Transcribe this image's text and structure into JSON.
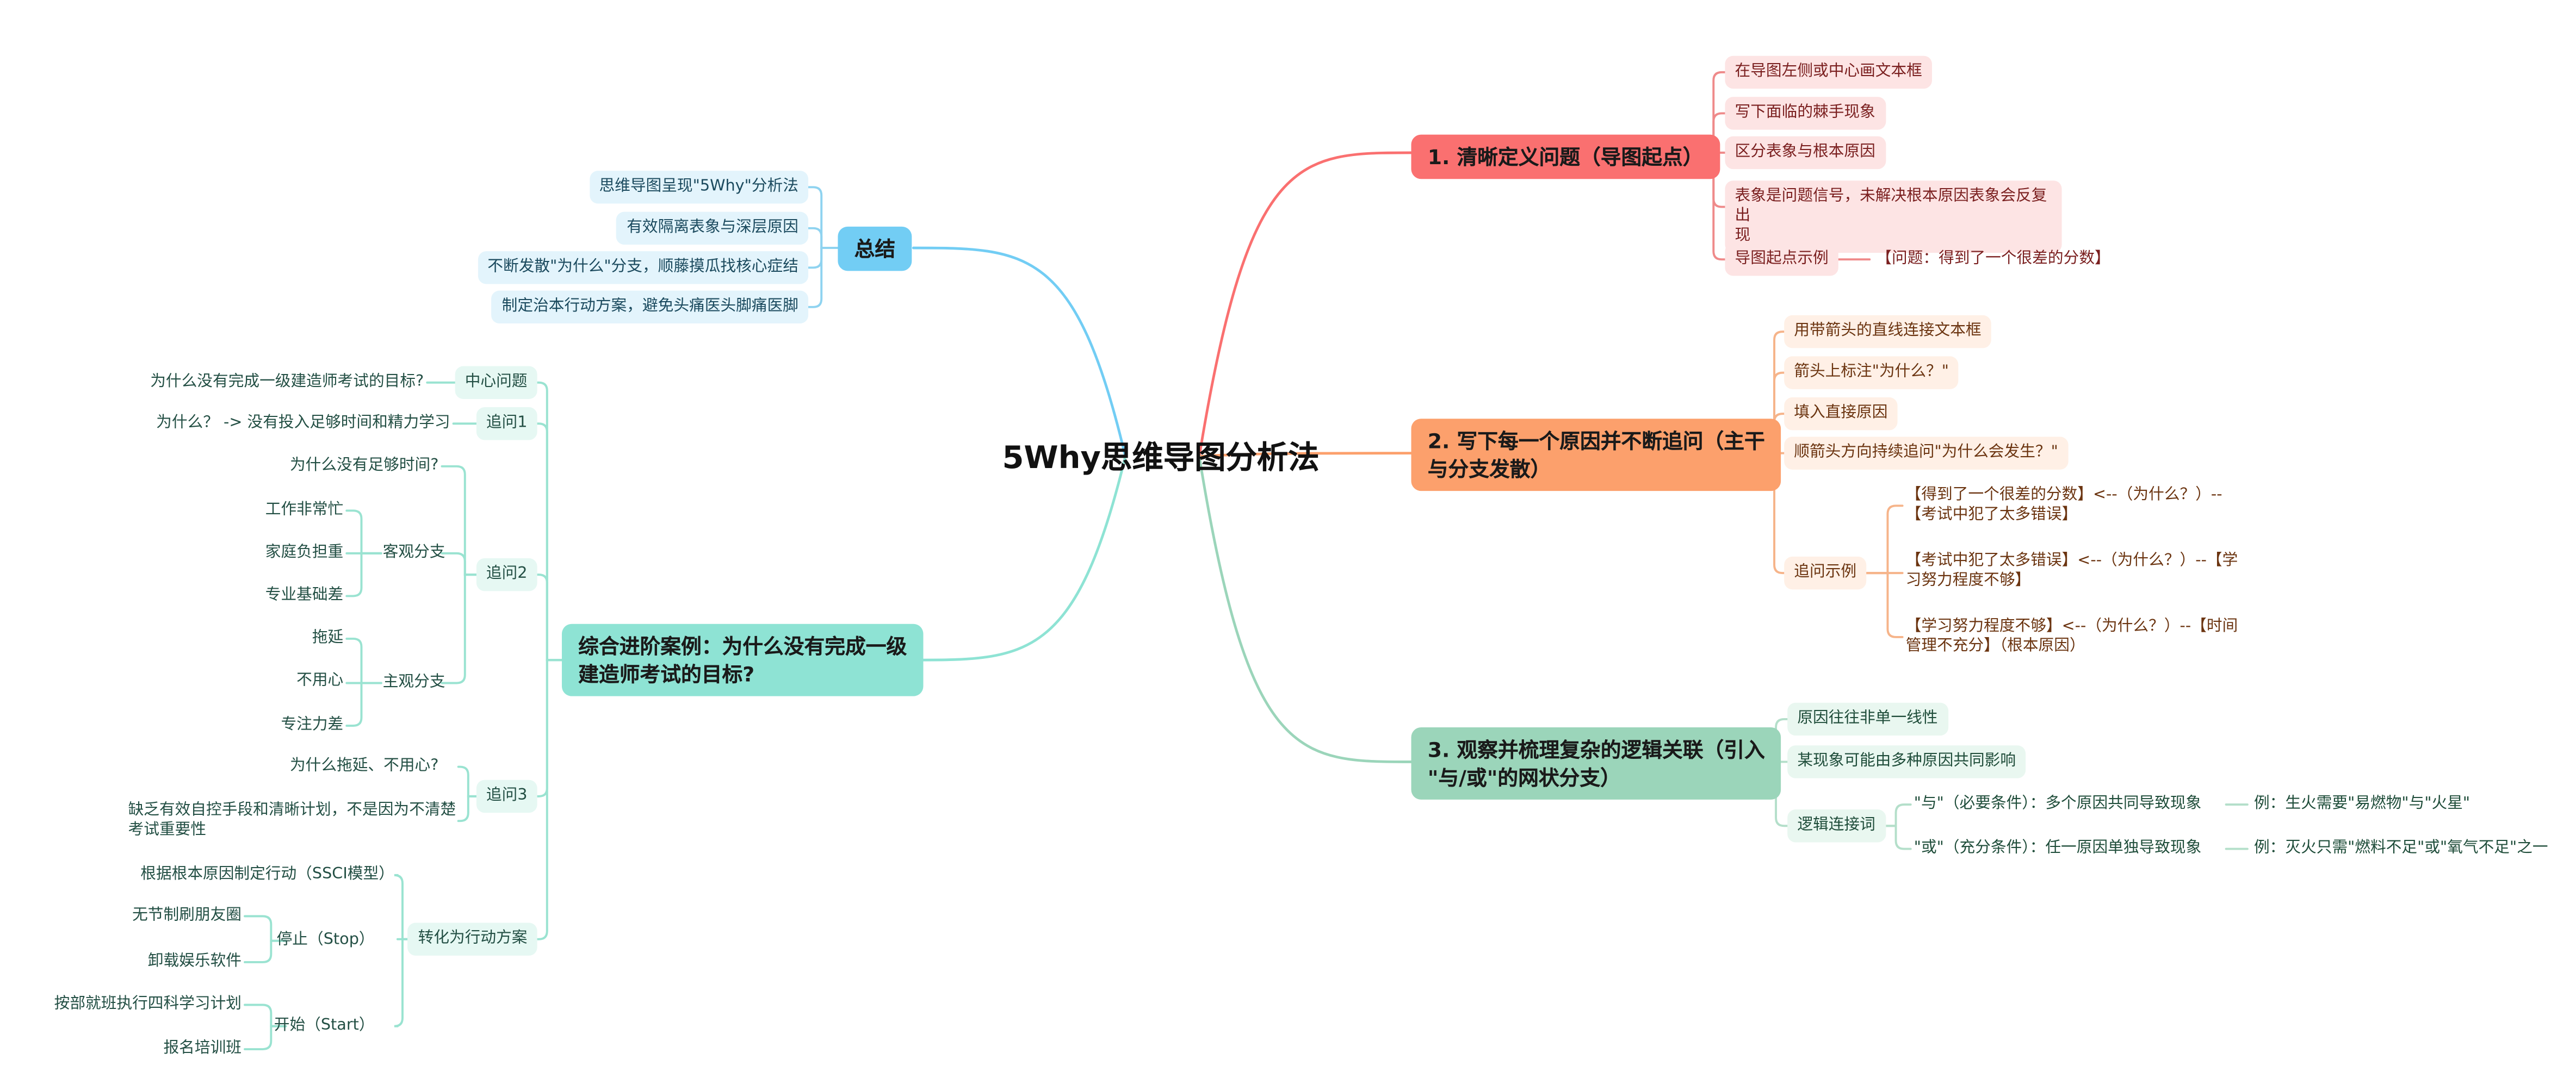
{
  "title": "5Why思维导图分析法",
  "colors": {
    "branch1": "#fa7070",
    "branch2": "#fca06c",
    "branch3": "#9bd5ba",
    "summary": "#72cdf4",
    "case": "#8ee3d4"
  },
  "branch1": {
    "label": "1. 清晰定义问题（导图起点）",
    "items": [
      "在导图左侧或中心画文本框",
      "写下面临的棘手现象",
      "区分表象与根本原因",
      "表象是问题信号，未解决根本原因表象会反复出",
      "现",
      "导图起点示例"
    ],
    "example": "【问题：得到了一个很差的分数】"
  },
  "branch2": {
    "label_l1": "2. 写下每一个原因并不断追问（主干",
    "label_l2": "与分支发散）",
    "items": [
      "用带箭头的直线连接文本框",
      "箭头上标注\"为什么？\"",
      "填入直接原因",
      "顺箭头方向持续追问\"为什么会发生？\"",
      "追问示例"
    ],
    "examples": [
      [
        "【得到了一个很差的分数】<--（为什么？）--",
        "【考试中犯了太多错误】"
      ],
      [
        "【考试中犯了太多错误】<--（为什么？）--【学",
        "习努力程度不够】"
      ],
      [
        "【学习努力程度不够】<--（为什么？）--【时间",
        "管理不充分】（根本原因）"
      ]
    ]
  },
  "branch3": {
    "label_l1": "3. 观察并梳理复杂的逻辑关联（引入",
    "label_l2": "\"与/或\"的网状分支）",
    "items": [
      "原因往往非单一线性",
      "某现象可能由多种原因共同影响",
      "逻辑连接词"
    ],
    "connectors": [
      {
        "text": "\"与\"（必要条件）：多个原因共同导致现象",
        "example": "例：生火需要\"易燃物\"与\"火星\""
      },
      {
        "text": "\"或\"（充分条件）：任一原因单独导致现象",
        "example": "例：灭火只需\"燃料不足\"或\"氧气不足\"之一"
      }
    ]
  },
  "summary": {
    "label": "总结",
    "items": [
      "思维导图呈现\"5Why\"分析法",
      "有效隔离表象与深层原因",
      "不断发散\"为什么\"分支，顺藤摸瓜找核心症结",
      "制定治本行动方案，避免头痛医头脚痛医脚"
    ]
  },
  "case": {
    "label_l1": "综合进阶案例：为什么没有完成一级",
    "label_l2": "建造师考试的目标?",
    "center": {
      "label": "中心问题",
      "text": "为什么没有完成一级建造师考试的目标?"
    },
    "q1": {
      "label": "追问1",
      "text": "为什么？ -> 没有投入足够时间和精力学习"
    },
    "q2": {
      "label": "追问2",
      "question": "为什么没有足够时间?",
      "objective": {
        "label": "客观分支",
        "items": [
          "工作非常忙",
          "家庭负担重",
          "专业基础差"
        ]
      },
      "subjective": {
        "label": "主观分支",
        "items": [
          "拖延",
          "不用心",
          "专注力差"
        ]
      }
    },
    "q3": {
      "label": "追问3",
      "question": "为什么拖延、不用心?",
      "answer_l1": "缺乏有效自控手段和清晰计划，不是因为不清楚",
      "answer_l2": "考试重要性"
    },
    "action": {
      "label": "转化为行动方案",
      "model": "根据根本原因制定行动（SSCI模型）",
      "stop": {
        "label": "停止（Stop）",
        "items": [
          "无节制刷朋友圈",
          "卸载娱乐软件"
        ]
      },
      "start": {
        "label": "开始（Start）",
        "items": [
          "按部就班执行四科学习计划",
          "报名培训班"
        ]
      }
    }
  }
}
